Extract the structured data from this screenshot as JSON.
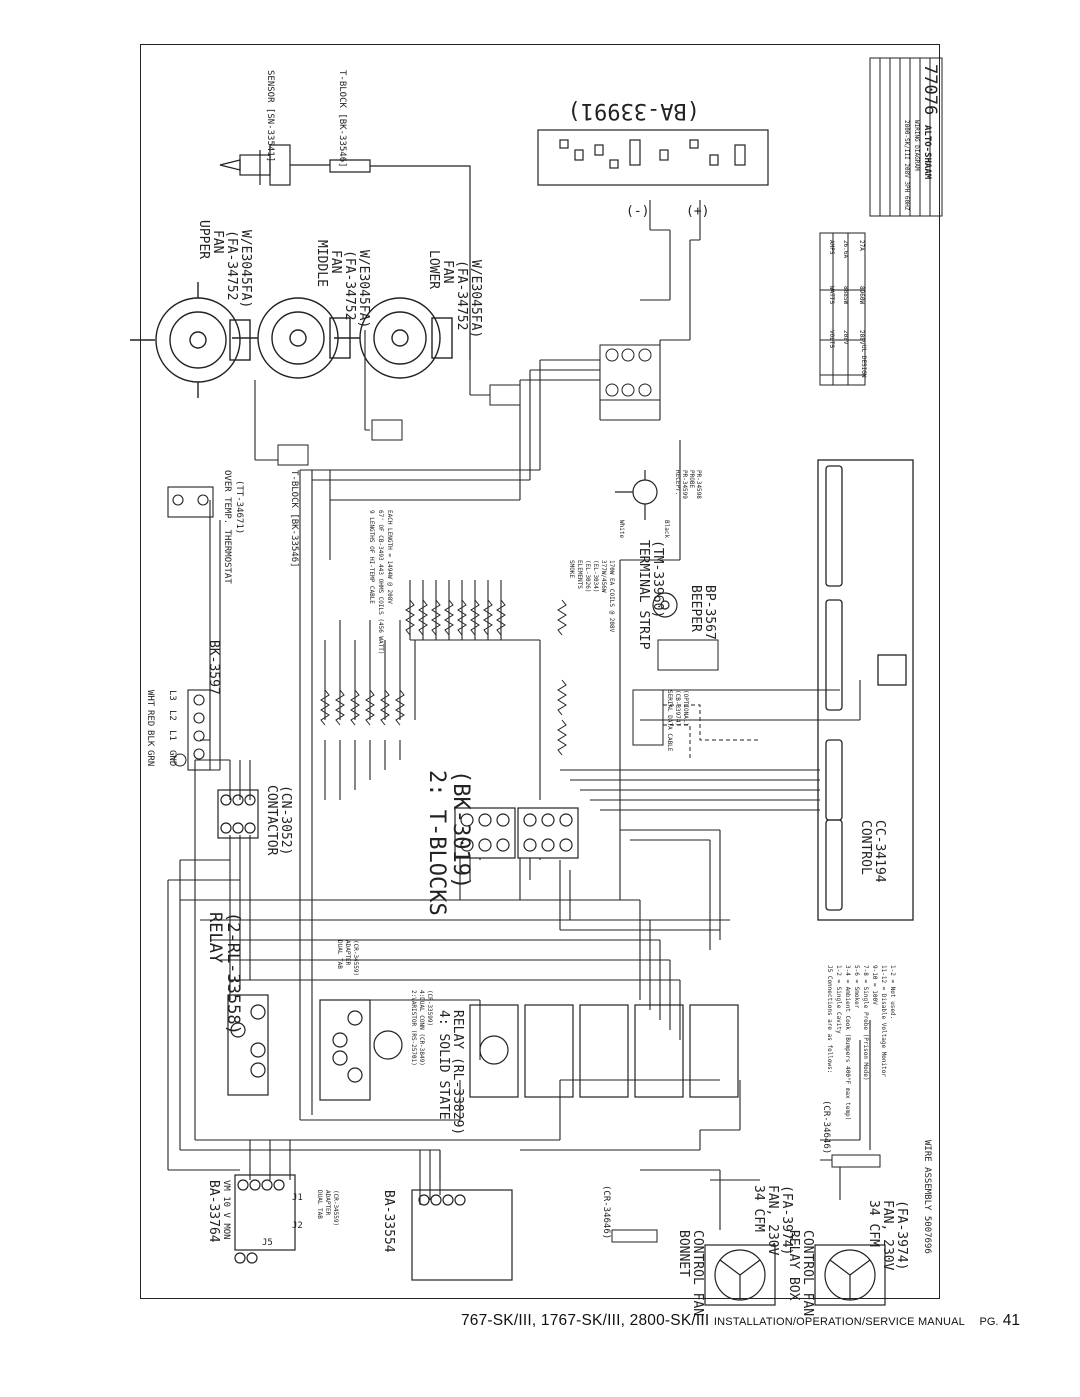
{
  "labels": {
    "upper_fan": [
      "UPPER",
      "FAN",
      "(FA-34752",
      "W/E3045FA)"
    ],
    "middle_fan": [
      "MIDDLE",
      "FAN",
      "(FA-34752",
      "W/E3045FA)"
    ],
    "lower_fan": [
      "LOWER",
      "FAN",
      "(FA-34752",
      "W/E3045FA)"
    ],
    "sensor": "SENSOR [SN-33541]",
    "tblock_top": "T-BLOCK [BK-33546]",
    "tblock_mid": "T-BLOCK [BK-33546]",
    "board": "(BA-33991)",
    "minus": "(-)",
    "plus": "(+)",
    "thermostat": [
      "OVER TEMP. THERMOSTAT",
      "(TT-34671)"
    ],
    "cable_note": [
      "9 LENGTHS OF HI-TEMP CABLE",
      "67' OF CB-3493 443 OHMS COILS (456 WATT)",
      "EACH LENGTH = 1494W @ 208V"
    ],
    "smoke": [
      "SMOKE",
      "ELEMENTS",
      "(EL-3026)",
      "(EL-3034)",
      "377W/456W",
      "170W EA COILS @ 208V"
    ],
    "terminal_strip": [
      "TERMINAL STRIP",
      "(TM-33960)"
    ],
    "beeper": [
      "BEEPER",
      "BP-3567"
    ],
    "serial_cable": [
      "SERIAL DATA CABLE",
      "(CB-33974)",
      "(OPTIONAL)"
    ],
    "bk3597": "BK-3597",
    "power_terms": [
      "WHT",
      "RED",
      "BLK",
      "GRN"
    ],
    "power_lines": [
      "L3",
      "L2",
      "L1",
      "GND"
    ],
    "contactor": [
      "CONTACTOR",
      "(CN-3052)"
    ],
    "tblocks": [
      "2: T-BLOCKS",
      "(BK-3019)"
    ],
    "control": [
      "CONTROL",
      "CC-34194"
    ],
    "relay": [
      "RELAY",
      "(2-RL-33558)"
    ],
    "varistor": [
      "2:VARISTOR (RS-25701)",
      "4:DUAL CONN (CR-3849)",
      "(CR-33599)"
    ],
    "ssr": [
      "4: SOLID STATE",
      "RELAY (RL-33829)"
    ],
    "dual_tab_top": [
      "DUAL TAB",
      "ADAPTER",
      "(CR-34559)"
    ],
    "j5_notes": [
      "J5 Connections are as follows:",
      "1-2 = Single Cavity",
      "3-4 = Ambient Cook (Bumpers 400°F max temp)",
      "5-6 = Smoker",
      "7-8 = Single Probe (Prison Mode)",
      "9-10 = 100V",
      "11-12 = Disable Voltage Monitor",
      "1-2 = Not used."
    ],
    "ba33764": [
      "BA-33764",
      "VM 10 V MON"
    ],
    "dual_tab_bot": [
      "DUAL TAB",
      "ADAPTER",
      "(CR-34559)"
    ],
    "ba33554": "BA-33554",
    "cr_left": "(CR-34646)",
    "cr_right": "(CR-34646)",
    "bonnet_fan": [
      "BONNET",
      "CONTROL FAN"
    ],
    "relaybox_fan": [
      "RELAY BOX",
      "CONTROL FAN"
    ],
    "fan_34cfm_1": [
      "34 CFM",
      "FAN, 230V",
      "(FA-3974)"
    ],
    "fan_34cfm_2": [
      "34 CFM",
      "FAN, 230V",
      "(FA-3974)"
    ],
    "wire_assembly": "WIRE ASSEMBLY 5007696",
    "recep": [
      "RECEPT.",
      "PR-34599",
      "PROBE",
      "PR-34598"
    ],
    "white": "White",
    "black": "Black",
    "j1": "J1",
    "j2": "J2",
    "j5": "J5",
    "dwg_number": "77076",
    "alto": "ALTO-SHAAM",
    "wiring_diagram": "WIRING DIAGRAM",
    "model": "2800-SK/III 208V 3PH 60HZ"
  },
  "elec_table": {
    "headers": [
      "VOLTS",
      "WATTS",
      "AMPS"
    ],
    "rows": [
      [
        "208V",
        "8885W",
        "26.6A"
      ],
      [
        "208V",
        "8960W",
        "27A"
      ]
    ],
    "footer": "UL DESIGN"
  },
  "footer": {
    "title_main": "767-SK/III, 1767-SK/III, 2800-SK/III",
    "title_rest": "INSTALLATION/OPERATION/SERVICE MANUAL",
    "page_prefix": "PG.",
    "page_num": "41"
  }
}
